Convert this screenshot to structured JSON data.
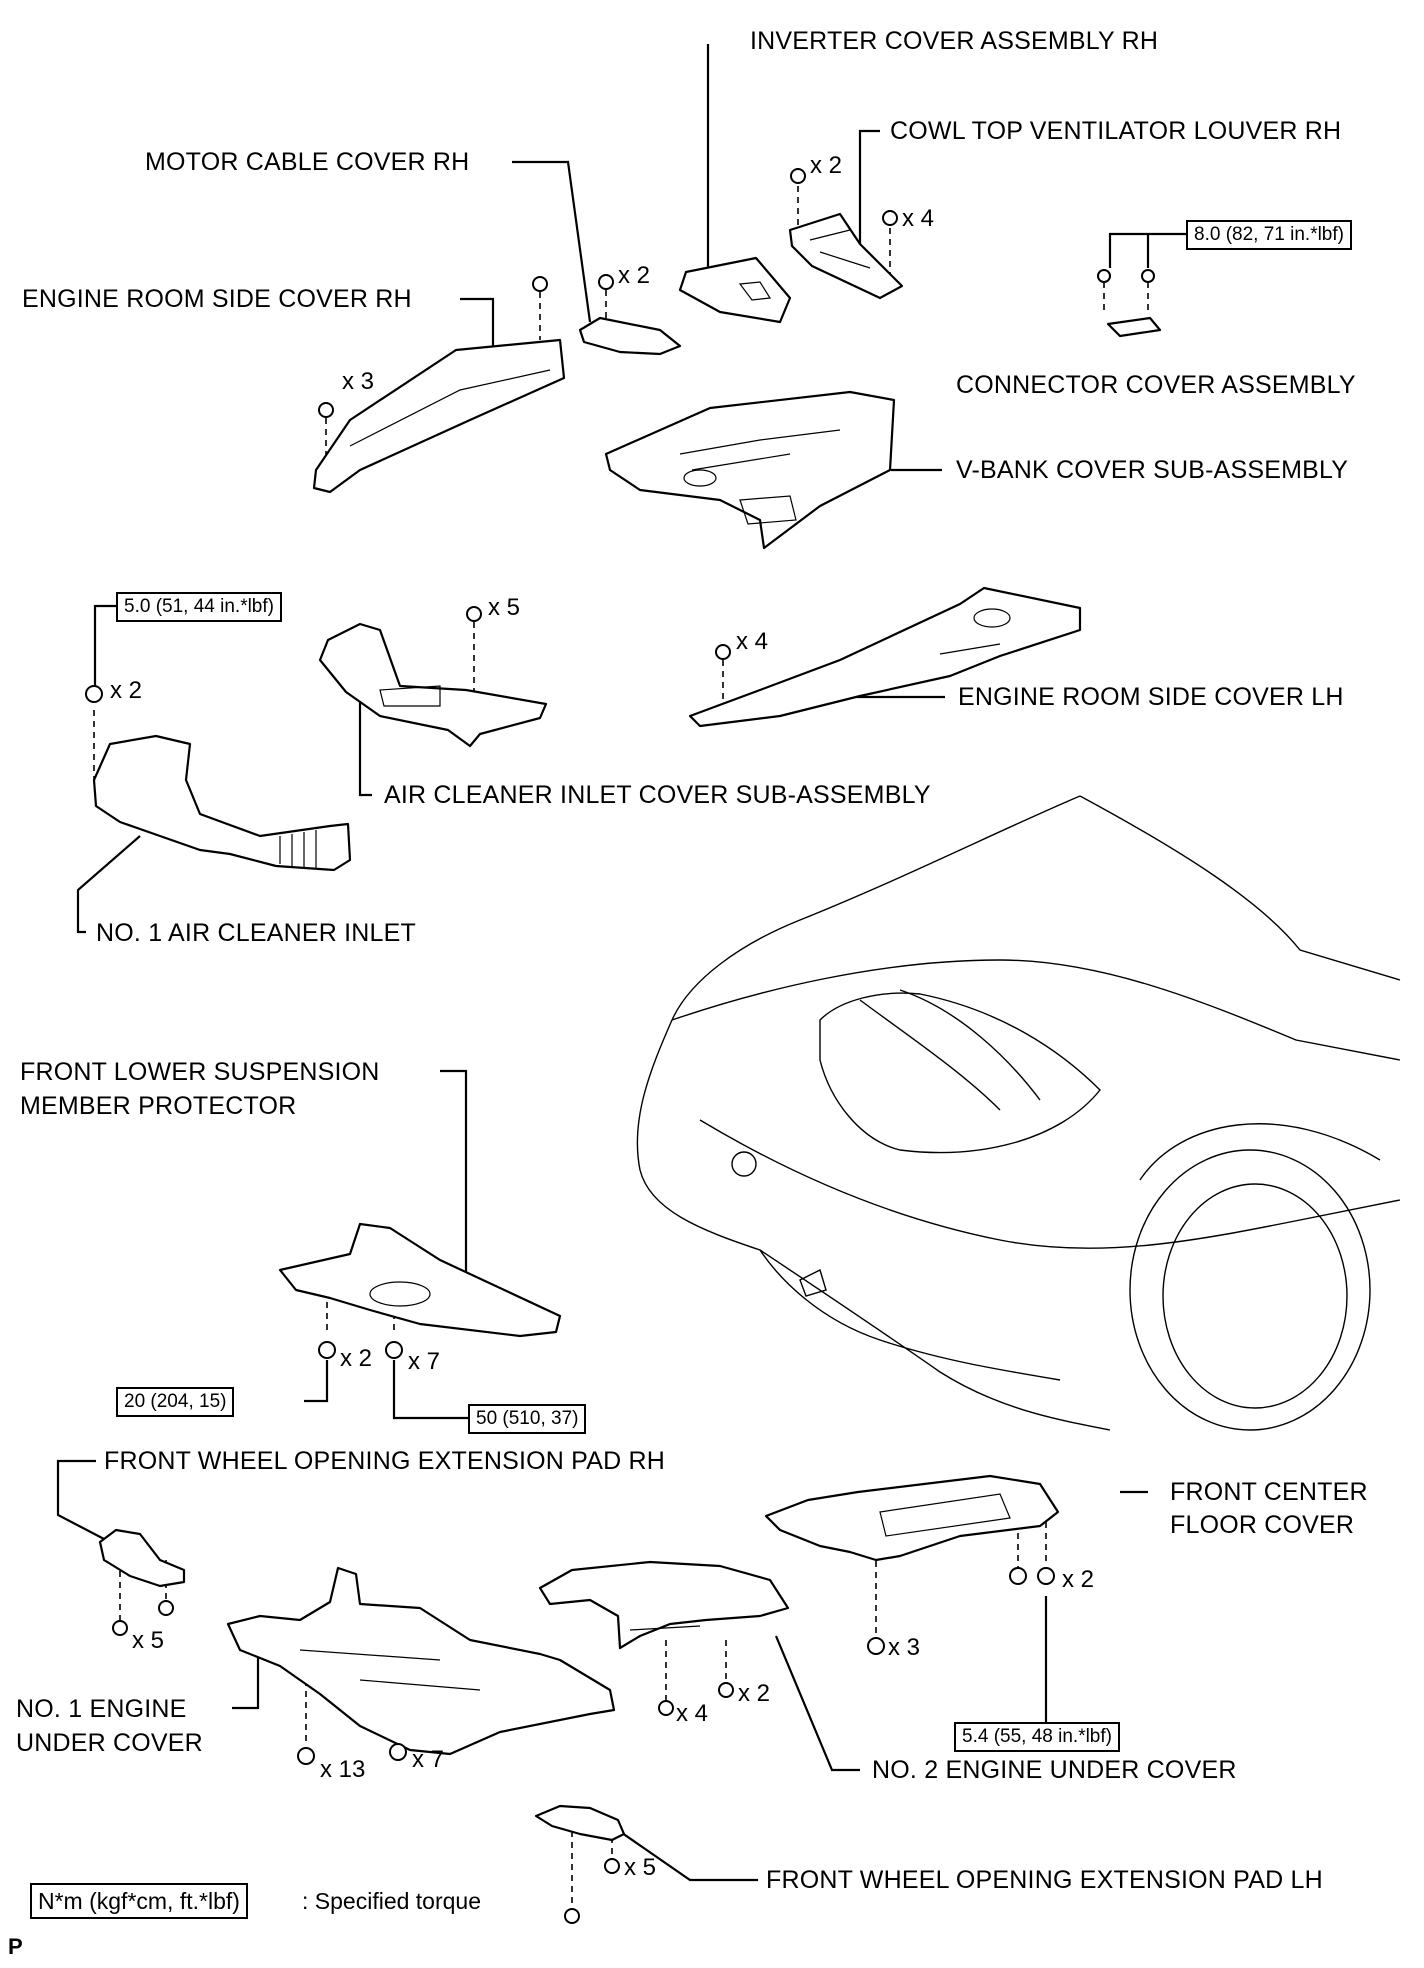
{
  "labels": {
    "inverter_cover": "INVERTER COVER ASSEMBLY RH",
    "cowl_top_louver": "COWL TOP VENTILATOR LOUVER RH",
    "motor_cable_cover": "MOTOR CABLE COVER RH",
    "engine_room_side_cover_rh": "ENGINE ROOM SIDE COVER RH",
    "connector_cover": "CONNECTOR COVER ASSEMBLY",
    "v_bank_cover": "V-BANK COVER SUB-ASSEMBLY",
    "engine_room_side_cover_lh": "ENGINE ROOM SIDE COVER LH",
    "air_cleaner_inlet_cover": "AIR CLEANER INLET COVER SUB-ASSEMBLY",
    "no1_air_cleaner_inlet": "NO. 1 AIR CLEANER INLET",
    "front_lower_suspension_1": "FRONT LOWER SUSPENSION",
    "front_lower_suspension_2": "MEMBER PROTECTOR",
    "front_wheel_pad_rh": "FRONT WHEEL OPENING EXTENSION PAD RH",
    "front_center_floor_1": "FRONT CENTER",
    "front_center_floor_2": "FLOOR COVER",
    "no1_engine_under_1": "NO. 1 ENGINE",
    "no1_engine_under_2": "UNDER COVER",
    "no2_engine_under": "NO. 2 ENGINE UNDER COVER",
    "front_wheel_pad_lh": "FRONT WHEEL OPENING EXTENSION PAD LH"
  },
  "torques": {
    "connector_cover": "8.0 (82, 71 in.*lbf)",
    "air_cleaner_inlet": "5.0 (51, 44 in.*lbf)",
    "suspension_a": "20 (204, 15)",
    "suspension_b": "50 (510, 37)",
    "floor_cover": "5.4 (55, 48 in.*lbf)"
  },
  "quantities": {
    "inverter": "x 2",
    "cowl": "x 4",
    "motor_cable": "x 2",
    "side_cover_rh": "x 3",
    "air_inlet_cover": "x 5",
    "side_cover_lh": "x 4",
    "air_inlet": "x 2",
    "susp_a": "x 2",
    "susp_b": "x 7",
    "pad_rh": "x 5",
    "floor_a": "x 2",
    "floor_b": "x 3",
    "no2_a": "x 2",
    "no2_b": "x 4",
    "no1_a": "x 13",
    "no1_b": "x 7",
    "pad_lh": "x 5"
  },
  "legend": {
    "unit": "N*m (kgf*cm, ft.*lbf)",
    "text": ": Specified torque"
  },
  "corner_mark": "P"
}
